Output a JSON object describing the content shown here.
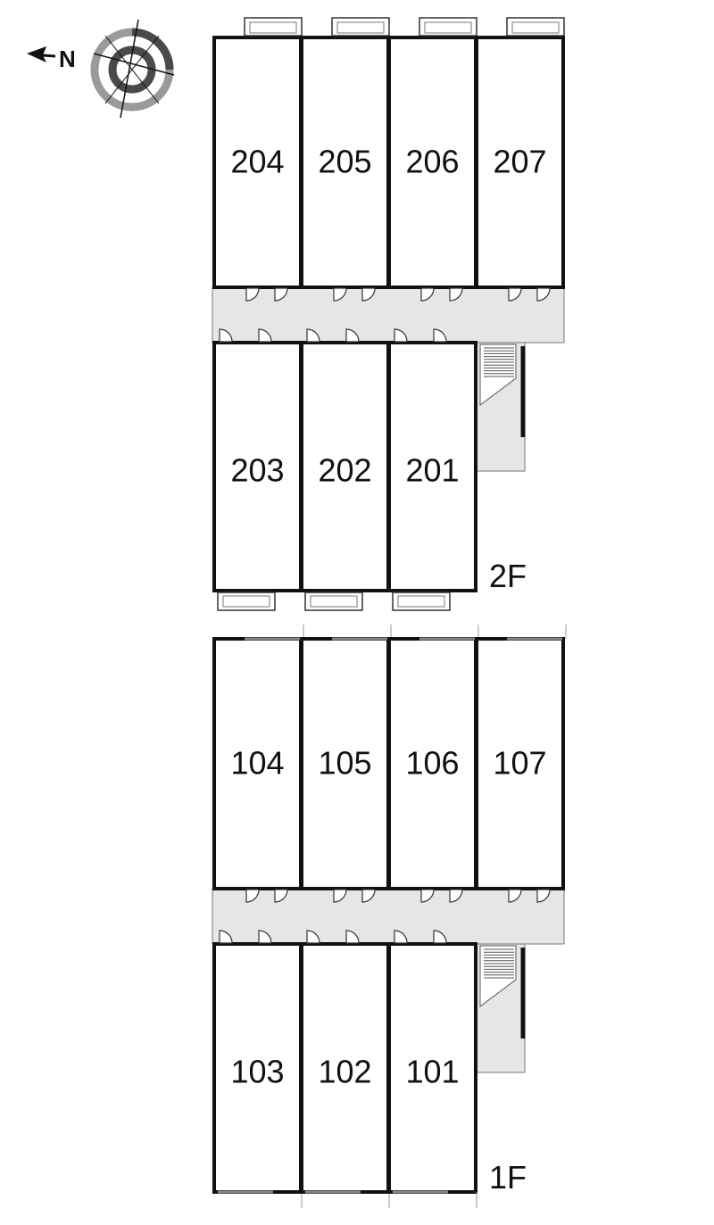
{
  "compass": {
    "label": "N"
  },
  "floors": [
    {
      "name": "2F",
      "rooms_top": [
        "204",
        "205",
        "206",
        "207"
      ],
      "rooms_bottom": [
        "203",
        "202",
        "201"
      ]
    },
    {
      "name": "1F",
      "rooms_top": [
        "104",
        "105",
        "106",
        "107"
      ],
      "rooms_bottom": [
        "103",
        "102",
        "101"
      ]
    }
  ],
  "colors": {
    "corridor": "#e6e6e6",
    "wall": "#111111",
    "balcony_outline": "#333333"
  }
}
